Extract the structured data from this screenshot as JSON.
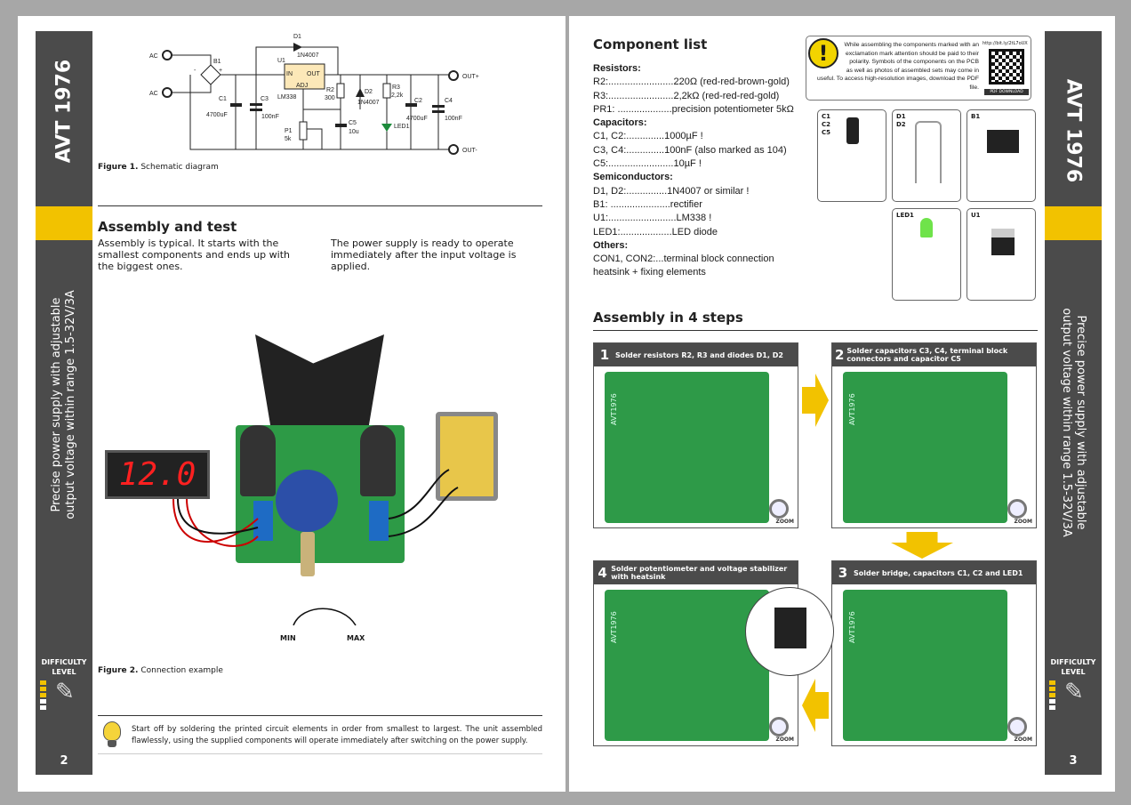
{
  "left_page": {
    "sidebar": {
      "title": "AVT 1976",
      "subtitle_line1": "Precise power supply with adjustable",
      "subtitle_line2": "output voltage within range 1.5-32V/3A",
      "difficulty": "DIFFICULTY LEVEL",
      "page_number": "2"
    },
    "schematic": {
      "labels": {
        "ac1": "AC",
        "ac2": "AC",
        "b1": "B1",
        "d1": "D1",
        "d1_part": "1N4007",
        "u1": "U1",
        "u1_in": "IN",
        "u1_out": "OUT",
        "u1_adj": "ADJ",
        "u1_part": "LM338",
        "r2": "R2",
        "r2_val": "300",
        "d2": "D2",
        "d2_part": "1N4007",
        "r3": "R3",
        "r3_val": "2,2k",
        "c1": "C1",
        "c1_val": "4700uF",
        "c3": "C3",
        "c3_val": "100nF",
        "c5": "C5",
        "c5_val": "10u",
        "p1": "P1",
        "p1_val": "5k",
        "led1": "LED1",
        "c2": "C2",
        "c2_val": "4700uF",
        "c4": "C4",
        "c4_val": "100nF",
        "out_plus": "OUT+",
        "out_minus": "OUT-",
        "minus": "-",
        "plus": "+"
      }
    },
    "figure1": {
      "label": "Figure 1.",
      "caption": "Schematic diagram"
    },
    "assembly": {
      "heading": "Assembly and test",
      "col1": "Assembly is typical. It starts with the smallest components and ends up with the biggest ones.",
      "col2": "The power supply is ready to operate immediately after the input voltage is applied."
    },
    "photo": {
      "display": "12.0",
      "min": "MIN",
      "max": "MAX"
    },
    "figure2": {
      "label": "Figure 2.",
      "caption": "Connection example"
    },
    "tip": "Start off by soldering the printed circuit elements in order from smallest to largest. The unit assembled flawlessly, using the supplied components will operate immediately after switching on the power supply."
  },
  "right_page": {
    "sidebar": {
      "title": "AVT 1976",
      "subtitle_line1": "Precise power supply with adjustable",
      "subtitle_line2": "output voltage within range 1.5-32V/3A",
      "difficulty": "DIFFICULTY LEVEL",
      "page_number": "3"
    },
    "component_list": {
      "heading": "Component list",
      "groups": [
        {
          "title": "Resistors:",
          "items": [
            "R2:........................220Ω  (red-red-brown-gold)",
            "R3:........................2,2kΩ  (red-red-red-gold)",
            "PR1: ....................precision potentiometer 5kΩ"
          ]
        },
        {
          "title": "Capacitors:",
          "items": [
            "C1, C2:..............1000µF !",
            "C3, C4:..............100nF  (also marked as 104)",
            "C5:........................10µF !"
          ]
        },
        {
          "title": "Semiconductors:",
          "items": [
            "D1, D2:...............1N4007 or similar !",
            "B1: ......................rectifier",
            "U1:.........................LM338 !",
            "LED1:...................LED diode"
          ]
        },
        {
          "title": "Others:",
          "items": [
            "CON1, CON2:...terminal block connection",
            "heatsink + fixing elements"
          ]
        }
      ]
    },
    "notice": {
      "text": "While assembling the components marked with an exclamation mark attention should be paid to their polarity. Symbols of the components on the PCB as well as photos of assembled sets may come in useful. To access high-resolution images, download the PDF file.",
      "url": "http://bit.ly/2tL7oUX",
      "pdf_button": "PDF DOWNLOAD"
    },
    "thumbnails": [
      {
        "label": "C1\nC2\nC5"
      },
      {
        "label": "D1\nD2"
      },
      {
        "label": "B1"
      },
      {
        "label": "LED1"
      },
      {
        "label": "U1"
      }
    ],
    "steps_heading": "Assembly in 4 steps",
    "steps": [
      {
        "number": "1",
        "title": "Solder resistors R2, R3 and diodes D1, D2",
        "zoom": "ZOOM"
      },
      {
        "number": "2",
        "title": "Solder capacitors C3, C4, terminal block connectors and capacitor C5",
        "zoom": "ZOOM"
      },
      {
        "number": "3",
        "title": "Solder bridge, capacitors C1, C2 and LED1",
        "zoom": "ZOOM"
      },
      {
        "number": "4",
        "title": "Solder potentiometer and voltage stabilizer with heatsink",
        "zoom": "ZOOM"
      }
    ],
    "pcb_label": "AVT1976"
  },
  "colors": {
    "sidebar": "#4b4b4b",
    "accent_yellow": "#f2c200",
    "pcb_green": "#2e9a48",
    "background": "#a7a7a7"
  }
}
